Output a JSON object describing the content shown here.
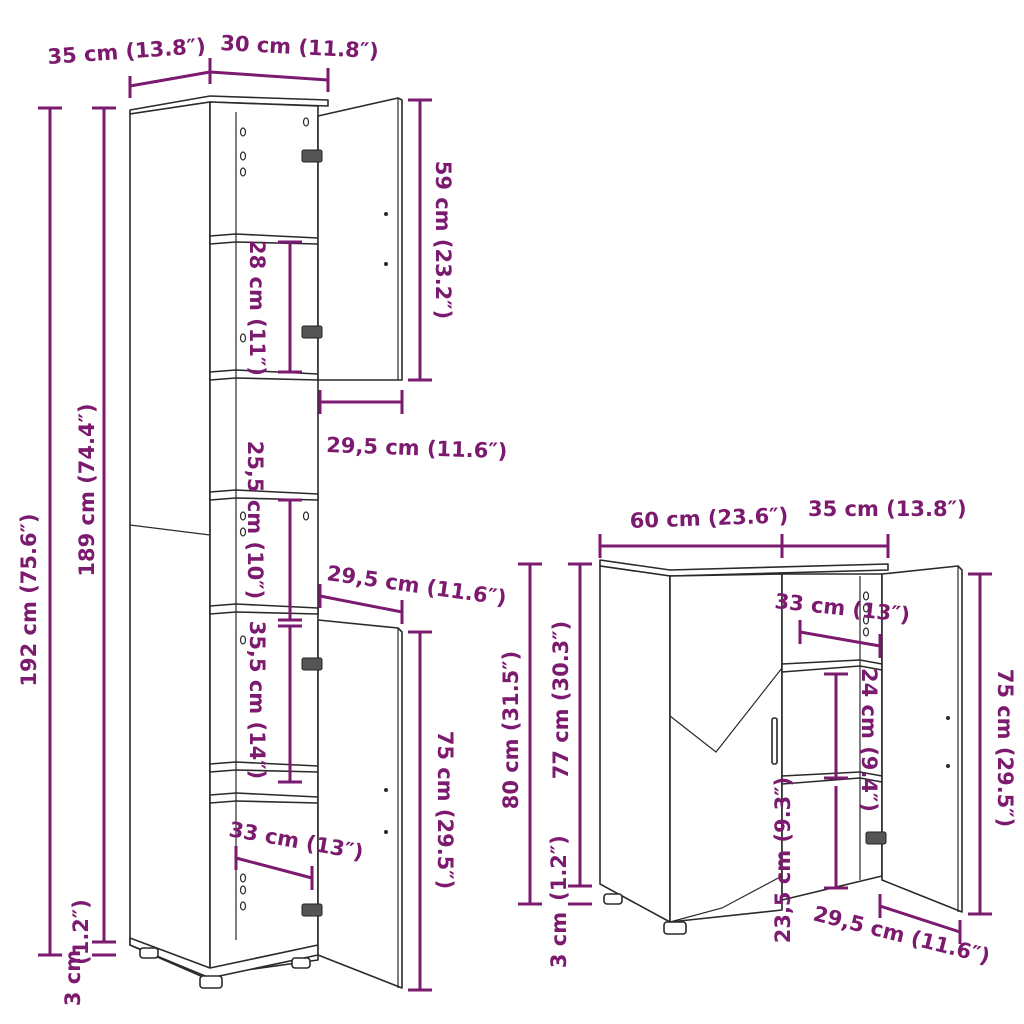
{
  "colors": {
    "dimension": "#7b1a6e",
    "outline": "#2a2a2a",
    "background": "#ffffff"
  },
  "tall_cabinet": {
    "depth": "35 cm (13.8″)",
    "width": "30 cm (11.8″)",
    "total_height": "192 cm (75.6″)",
    "body_height": "189 cm (74.4″)",
    "leg_height": "3 cm (1.2″)",
    "top_door_height": "59 cm (23.2″)",
    "top_shelf_gap": "28 cm (11″)",
    "top_door_width": "29,5 cm (11.6″)",
    "open_shelf_gap": "25,5 cm (10″)",
    "middle_width": "29,5 cm (11.6″)",
    "lower_shelf_gap": "35,5 cm (14″)",
    "bottom_door_height": "75 cm (29.5″)",
    "inner_depth": "33 cm (13″)"
  },
  "small_cabinet": {
    "width": "60 cm (23.6″)",
    "depth": "35 cm (13.8″)",
    "inner_depth": "33 cm (13″)",
    "total_height": "80 cm (31.5″)",
    "body_height": "77 cm (30.3″)",
    "leg_height_a": "(1.2″)",
    "leg_height_b": "3 cm",
    "shelf_gap_upper": "24 cm (9.4″)",
    "shelf_gap_lower": "23,5 cm (9.3″)",
    "door_height": "75 cm (29.5″)",
    "door_width": "29,5 cm (11.6″)"
  },
  "icons": [
    "hinge-icon",
    "shelf-pin-hole-icon",
    "door-handle-icon"
  ]
}
